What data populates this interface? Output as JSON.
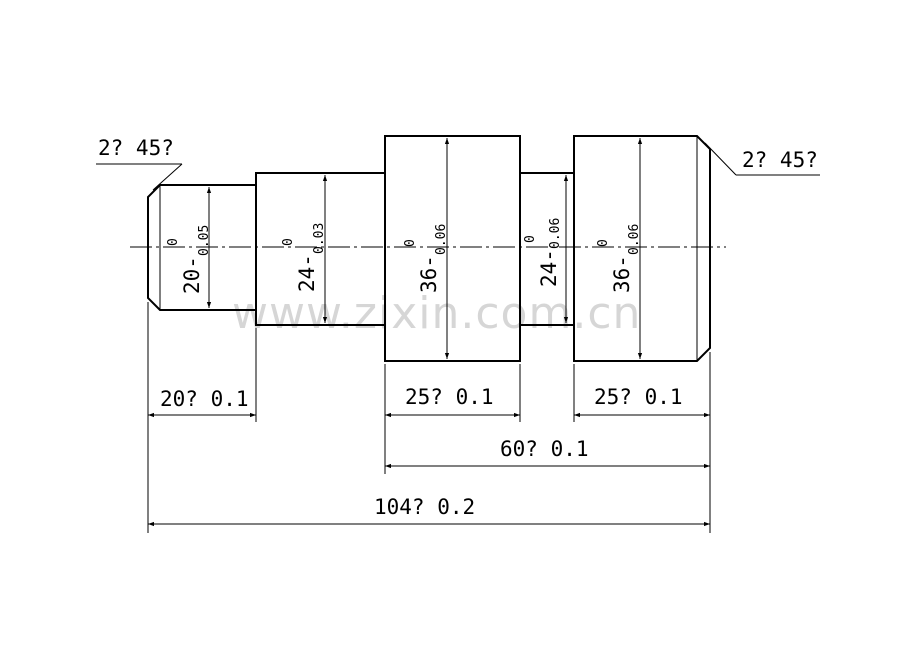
{
  "chamfer_left": "2? 45?",
  "chamfer_right": "2? 45?",
  "diameters": {
    "d1": {
      "main": "20-",
      "tol": "0.05",
      "upper": "0"
    },
    "d2": {
      "main": "24-",
      "tol": "0.03",
      "upper": "0"
    },
    "d3": {
      "main": "36-",
      "tol": "0.06",
      "upper": "0"
    },
    "d4": {
      "main": "24-",
      "tol": "0.06",
      "upper": "0"
    },
    "d5": {
      "main": "36-",
      "tol": "0.06",
      "upper": "0"
    }
  },
  "lengths": {
    "l1": "20? 0.1",
    "l3": "25? 0.1",
    "l5": "25? 0.1",
    "l35": "60? 0.1",
    "total": "104? 0.2"
  },
  "watermark": "www.zixin.com.cn"
}
